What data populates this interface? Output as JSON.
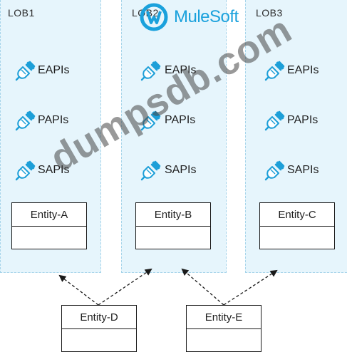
{
  "brand": {
    "name": "MuleSoft",
    "color": "#1aa1dc"
  },
  "lobs": [
    {
      "title": "LOB1",
      "apis": [
        "EAPIs",
        "PAPIs",
        "SAPIs"
      ],
      "entity": "Entity-A"
    },
    {
      "title": "LOB2",
      "apis": [
        "EAPIs",
        "PAPIs",
        "SAPIs"
      ],
      "entity": "Entity-B"
    },
    {
      "title": "LOB3",
      "apis": [
        "EAPIs",
        "PAPIs",
        "SAPIs"
      ],
      "entity": "Entity-C"
    }
  ],
  "shared_entities": [
    "Entity-D",
    "Entity-E"
  ],
  "watermark": "dumpsdb.com",
  "icons": {
    "api": "plug-icon"
  },
  "colors": {
    "lob_background": "#e6f5fc",
    "plug_blue": "#1d9fd8"
  }
}
